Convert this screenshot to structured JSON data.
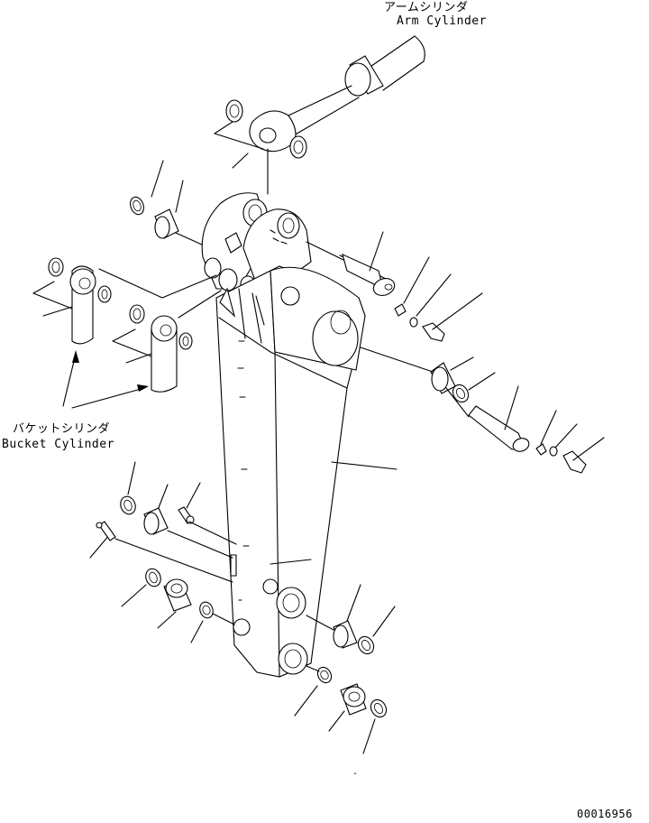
{
  "labels": {
    "arm_cylinder_jp": "アームシリンダ",
    "arm_cylinder_en": "Arm Cylinder",
    "bucket_cylinder_jp": "バケットシリンダ",
    "bucket_cylinder_en": "Bucket Cylinder",
    "drawing_number": "00016956",
    "minor_mark": "-"
  },
  "colors": {
    "line": "#000000",
    "background": "#ffffff"
  }
}
